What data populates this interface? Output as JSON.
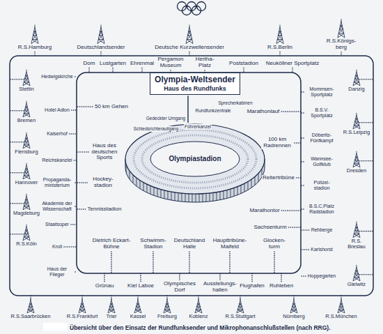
{
  "diagram": {
    "caption": "Übersicht über den Einsatz der Rundfunksender und Mikrophonanschlußstellen (nach RRG).",
    "nodes": [
      {
        "text": [
          "Olympia-Weltsender",
          "Haus des Rundfunks"
        ]
      }
    ],
    "labels": [
      "R.S.Hamburg",
      "Deutschlandsender",
      "Deutsche Kurzwellensender",
      "R.S.Berlin",
      "R.S.Königs- berg",
      "Stettin",
      "Bremen",
      "Flensburg",
      "Hannover",
      "Magdeburg",
      "R.S.Köln",
      "Danzig",
      "R.S.Leipzig",
      "Dresden",
      "R.S. Breslau",
      "Gleiwitz",
      "R.S.Saarbrücken",
      "R.S.Frankfurt",
      "Trier",
      "Kassel",
      "Freiburg",
      "Koblenz",
      "R.S.Stuttgart",
      "Nürnberg",
      "R.S.München",
      "Dom",
      "Lustgarten",
      "Ehrenmal",
      "Pergamon Museum",
      "Hertha- Platz",
      "Poststadion",
      "Neuköllner Sportplatz",
      "Hedwigskirche",
      "Hotel Adlon",
      "Kaiserhof",
      "Reichskanzlei",
      "Propaganda- ministerium",
      "Akademie der Wissenschaft",
      "Staatsoper",
      "Kroll",
      "Haus der Flieger",
      "50 km Gehen",
      "Haus des deutschen Sports",
      "Hockey- stadion",
      "Tennisstadion",
      "Mommsen- Sportplatz",
      "B.S.V. Sportplatz",
      "Döberitz- Fünfkampf",
      "Wannsee- Golfklub",
      "Polizei- stadion",
      "B.S.C.Platz Radstadion",
      "Rehberge",
      "Karlshorst",
      "Hoppegarten",
      "Marathonlauf",
      "100 km Radrennen",
      "Reitertribüne",
      "Marathontor",
      "Sachsenturm",
      "Dietrich Eckart- Bühne",
      "Schwimm- Stadion",
      "Deutschland Halle",
      "Haupttribüne- Maifeld",
      "Glocken- turm",
      "Grünau",
      "Kiel Laboe",
      "Olympisches Dorf",
      "Ausstellungs- hallen",
      "Flughafen",
      "Ruhleben",
      "Sprecherkabinen",
      "Rundfunkzentrale",
      "Gedeckter Umgang",
      "Führerkanzel",
      "Schiedsrichteraufgang",
      "Olympiastadion"
    ]
  }
}
